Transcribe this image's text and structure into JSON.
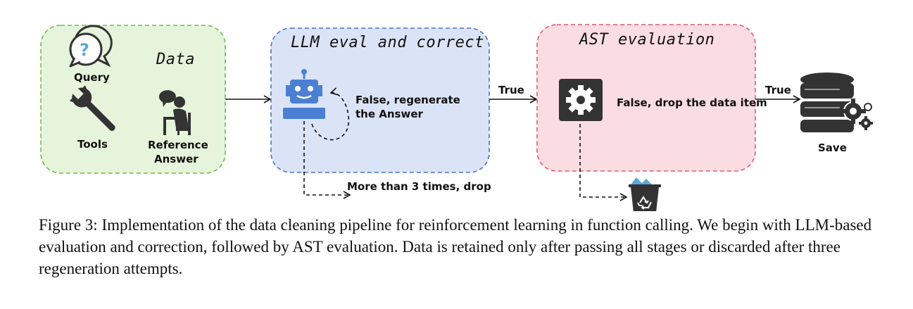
{
  "stages": {
    "data": {
      "title": "Data",
      "query_label": "Query",
      "tools_label": "Tools",
      "reference_label_line1": "Reference",
      "reference_label_line2": "Answer",
      "fill": "#e6f4dc",
      "stroke": "#6cbf4a"
    },
    "llm": {
      "title": "LLM eval and correct",
      "loop_label_line1": "False, regenerate",
      "loop_label_line2": "the  Answer",
      "fill": "#dbe3f6",
      "stroke": "#4a74c9"
    },
    "ast": {
      "title": "AST evaluation",
      "false_label": "False, drop the data item",
      "fill": "#fadde3",
      "stroke": "#e05a6e"
    }
  },
  "edges": {
    "llm_to_ast": "True",
    "ast_to_save": "True",
    "drop_label": "More than 3 times, drop"
  },
  "save_label": "Save",
  "icons": {
    "query": "question-bubble-icon",
    "tools": "wrench-icon",
    "reference": "person-at-desk-icon",
    "robot": "robot-icon",
    "gear": "gear-icon",
    "recycle_bin": "recycle-bin-icon",
    "database": "database-gears-icon"
  },
  "colors": {
    "robot_blue": "#4a7fd4",
    "bin_teal": "#5aa9d6",
    "dark_gray": "#333333"
  },
  "caption": "Figure 3: Implementation of the data cleaning pipeline for reinforcement learning in function calling. We begin with LLM-based evaluation and correction, followed by AST evaluation. Data is retained only after passing all stages or discarded after three regeneration attempts."
}
